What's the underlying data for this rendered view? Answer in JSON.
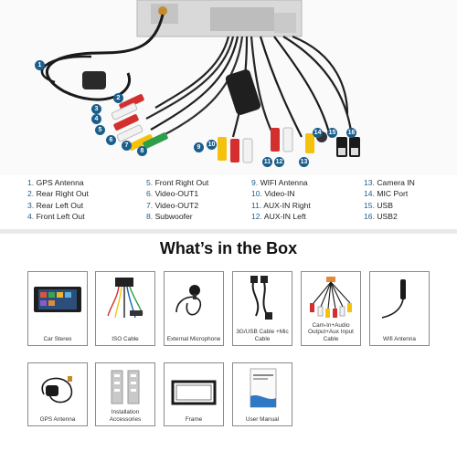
{
  "legend": {
    "columns": [
      [
        {
          "num": "1.",
          "label": "GPS Antenna"
        },
        {
          "num": "2.",
          "label": "Rear Right Out"
        },
        {
          "num": "3.",
          "label": "Rear Left Out"
        },
        {
          "num": "4.",
          "label": "Front Left Out"
        }
      ],
      [
        {
          "num": "5.",
          "label": "Front Right Out"
        },
        {
          "num": "6.",
          "label": "Video-OUT1"
        },
        {
          "num": "7.",
          "label": "Video-OUT2"
        },
        {
          "num": "8.",
          "label": "Subwoofer"
        }
      ],
      [
        {
          "num": "9.",
          "label": "WIFI Antenna"
        },
        {
          "num": "10.",
          "label": "Video-IN"
        },
        {
          "num": "11.",
          "label": "AUX-IN Right"
        },
        {
          "num": "12.",
          "label": "AUX-IN Left"
        }
      ],
      [
        {
          "num": "13.",
          "label": "Camera IN"
        },
        {
          "num": "14.",
          "label": "MIC Port"
        },
        {
          "num": "15.",
          "label": "USB"
        },
        {
          "num": "16.",
          "label": "USB2"
        }
      ]
    ]
  },
  "badges": [
    "1",
    "2",
    "3",
    "4",
    "5",
    "6",
    "7",
    "8",
    "9",
    "10",
    "11",
    "12",
    "13",
    "14",
    "15",
    "16"
  ],
  "box": {
    "title": "What’s in the Box",
    "items": [
      {
        "label": "Car Stereo"
      },
      {
        "label": "ISO Cable"
      },
      {
        "label": "External Microphone"
      },
      {
        "label": "3G/USB Cable +Mic Cable"
      },
      {
        "label": "Cam-In+Audio Output+Aux Input Cable"
      },
      {
        "label": "Wifi Antenna"
      },
      {
        "label": "GPS Antenna"
      },
      {
        "label": "Installation Accessories"
      },
      {
        "label": "Frame"
      },
      {
        "label": "User Manual"
      }
    ]
  },
  "colors": {
    "accent": "#1b5e8c",
    "cable": "#1a1a1a",
    "rca_red": "#d32f2f",
    "rca_white": "#f2f2f2",
    "rca_yellow": "#f4c20d",
    "rca_green": "#2e9e4a",
    "card_border": "#8a8a8a"
  }
}
